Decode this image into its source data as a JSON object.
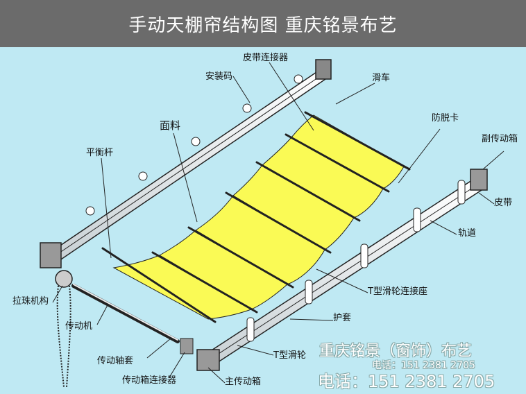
{
  "title": "手动天棚帘结构图 重庆铭景布艺",
  "labels": {
    "belt_connector": "皮带连接器",
    "mounting_clip": "安装码",
    "pulley": "滑车",
    "fabric": "面料",
    "anti_drop_clip": "防脱卡",
    "balance_bar": "平衡杆",
    "secondary_gearbox": "副传动箱",
    "belt": "皮带",
    "track": "轨道",
    "bead_chain_mechanism": "拉珠机构",
    "t_pulley_connector_seat": "T型滑轮连接座",
    "drive_shaft": "传动机",
    "sleeve": "护套",
    "drive_shaft_sleeve": "传动轴套",
    "t_pulley": "T型滑轮",
    "gearbox_connector": "传动箱连接器",
    "main_gearbox": "主传动箱"
  },
  "watermark": {
    "company": "重庆铭景（窗饰）布艺",
    "phone_small": "电话：151 2381 2705",
    "phone_large": "电话：151 2381 2705"
  },
  "colors": {
    "background": "#bfe9f3",
    "title_bar": "#6b6b6b",
    "fabric": "#fafa55",
    "line": "#222222"
  }
}
